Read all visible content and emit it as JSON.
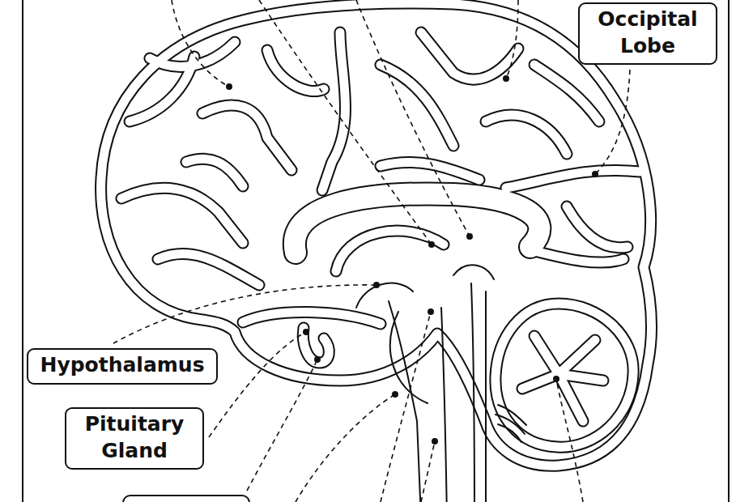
{
  "diagram": {
    "nodes": [
      {
        "text": [
          "Occipital Lobe"
        ]
      },
      {
        "text": [
          "Hypothalamus"
        ]
      },
      {
        "text": [
          "Pituitary Gland"
        ]
      }
    ]
  }
}
